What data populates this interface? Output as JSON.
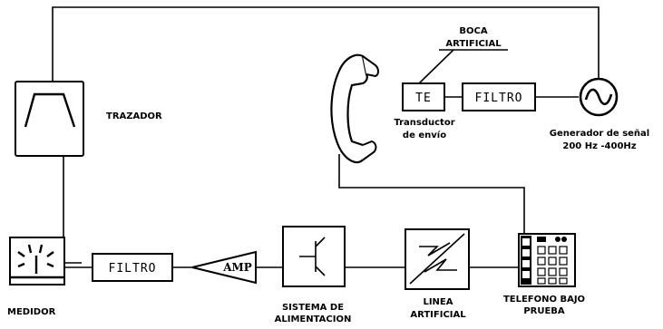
{
  "labels": {
    "boca_line1": "BOCA",
    "boca_line2": "ARTIFICIAL",
    "te_box": "TE",
    "filtro_top": "FILTRO",
    "trazador": "TRAZADOR",
    "transductor_line1": "Transductor",
    "transductor_line2": "de envío",
    "generador_line1": "Generador de señal",
    "generador_line2": "200 Hz -400Hz",
    "filtro_bottom": "FILTRO",
    "amp": "AMP",
    "medidor": "MEDIDOR",
    "sistema_line1": "SISTEMA DE",
    "sistema_line2": "ALIMENTACION",
    "linea_line1": "LINEA",
    "linea_line2": "ARTIFICIAL",
    "telefono_line1": "TELEFONO BAJO",
    "telefono_line2": "PRUEBA"
  }
}
